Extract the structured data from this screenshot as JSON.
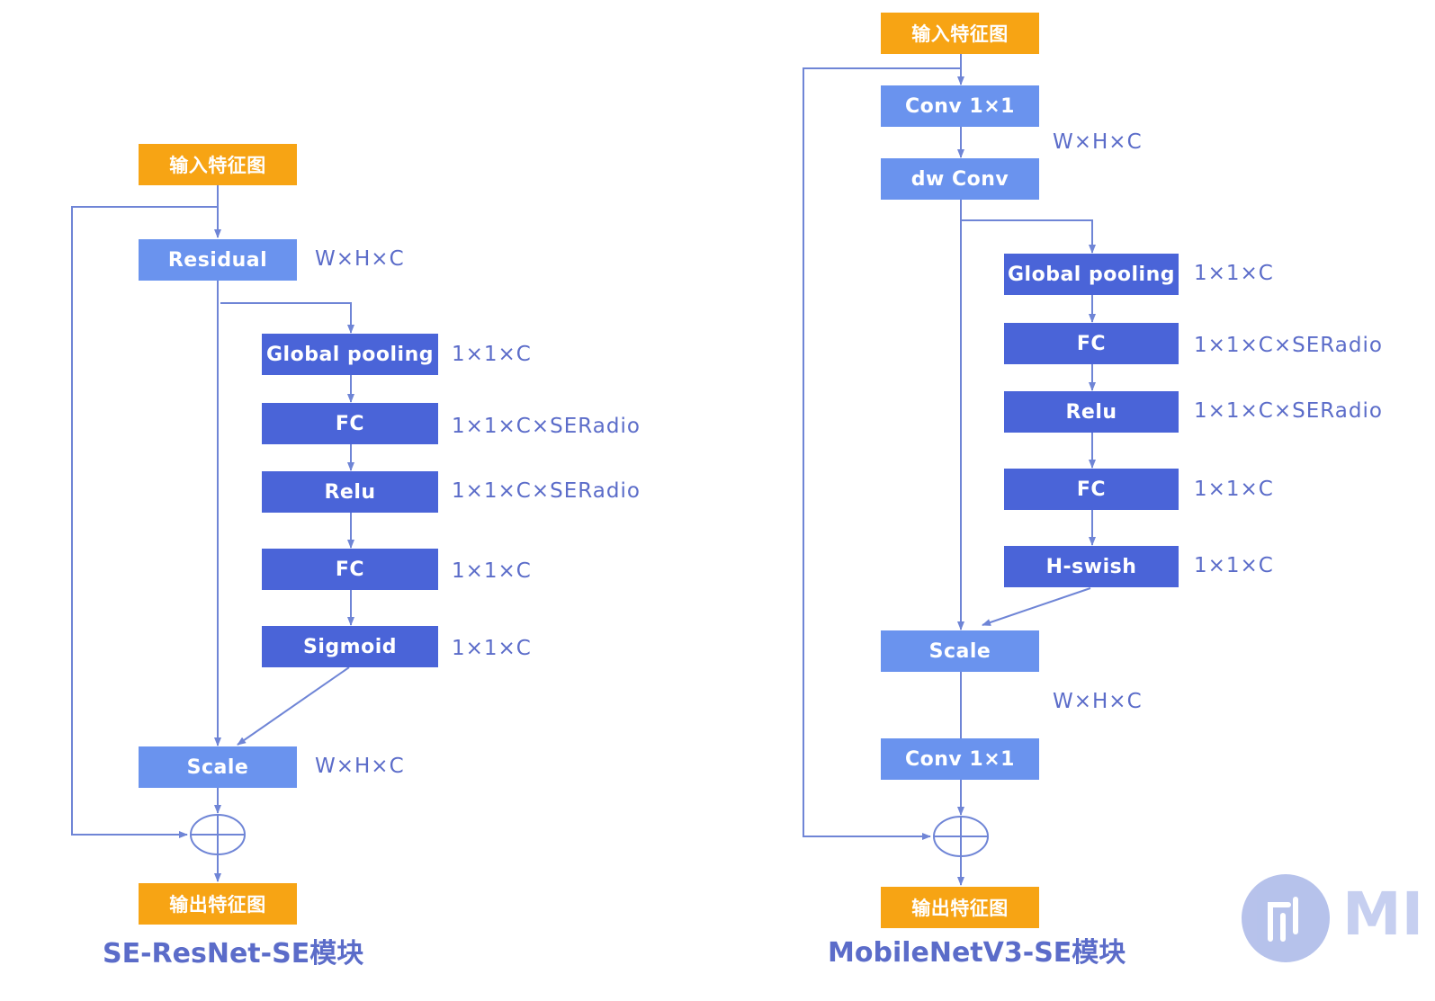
{
  "colors": {
    "io_box": "#f7a414",
    "light_box": "#6a93ee",
    "dark_box": "#4a64d8",
    "line": "#6f85d6",
    "text_accent": "#5b6cc9"
  },
  "left_diagram": {
    "title": "SE-ResNet-SE模块",
    "input": "输入特征图",
    "residual": "Residual",
    "global_pooling": "Global pooling",
    "fc1": "FC",
    "relu": "Relu",
    "fc2": "FC",
    "sigmoid": "Sigmoid",
    "scale": "Scale",
    "output": "输出特征图",
    "dims": {
      "residual": "W×H×C",
      "global_pooling": "1×1×C",
      "fc1": "1×1×C×SERadio",
      "relu": "1×1×C×SERadio",
      "fc2": "1×1×C",
      "sigmoid": "1×1×C",
      "scale": "W×H×C"
    }
  },
  "right_diagram": {
    "title": "MobileNetV3-SE模块",
    "input": "输入特征图",
    "conv1": "Conv 1×1",
    "dw_conv": "dw Conv",
    "global_pooling": "Global pooling",
    "fc1": "FC",
    "relu": "Relu",
    "fc2": "FC",
    "hswish": "H-swish",
    "scale": "Scale",
    "conv2": "Conv 1×1",
    "output": "输出特征图",
    "dims": {
      "conv": "W×H×C",
      "global_pooling": "1×1×C",
      "fc1": "1×1×C×SERadio",
      "relu": "1×1×C×SERadio",
      "fc2": "1×1×C",
      "hswish": "1×1×C",
      "scale": "W×H×C"
    }
  },
  "watermark": {
    "text": "MI",
    "icon": "logo-icon"
  }
}
